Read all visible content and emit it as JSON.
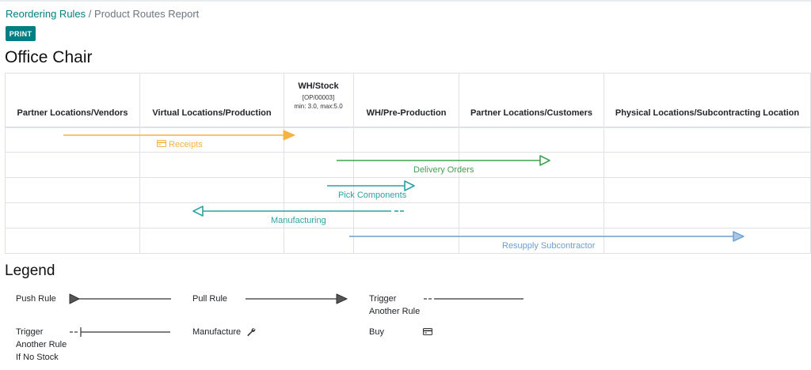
{
  "breadcrumb": {
    "parent": "Reordering Rules",
    "separator": "/",
    "current": "Product Routes Report"
  },
  "toolbar": {
    "print_label": "PRINT"
  },
  "product": {
    "name": "Office Chair"
  },
  "columns": [
    "Partner Locations/Vendors",
    "Virtual Locations/Production",
    "WH/Stock",
    "WH/Pre-Production",
    "Partner Locations/Customers",
    "Physical Locations/Subcontracting Location"
  ],
  "warehouse_rule": {
    "reference": "[OP/00003]",
    "minmax": "min: 3.0, max:5.0"
  },
  "routes": [
    {
      "label": "Receipts",
      "color": "#f6b343",
      "type": "push",
      "icon": "buy-card-icon"
    },
    {
      "label": "Delivery Orders",
      "color": "#41a24f",
      "type": "pull"
    },
    {
      "label": "Pick Components",
      "color": "#2ba3a3",
      "type": "pull"
    },
    {
      "label": "Manufacturing",
      "color": "#2ba3a3",
      "type": "pull-trigger"
    },
    {
      "label": "Resupply Subcontractor",
      "color": "#6d9ecc",
      "type": "pull"
    }
  ],
  "legend": {
    "title": "Legend",
    "push_rule": "Push Rule",
    "pull_rule": "Pull Rule",
    "trigger_another_rule": [
      "Trigger",
      "Another Rule"
    ],
    "trigger_if_no_stock": [
      "Trigger",
      "Another Rule",
      "If No Stock"
    ],
    "manufacture": "Manufacture",
    "buy": "Buy"
  },
  "colors": {
    "accent": "#017e84",
    "border": "#dee2e6"
  }
}
